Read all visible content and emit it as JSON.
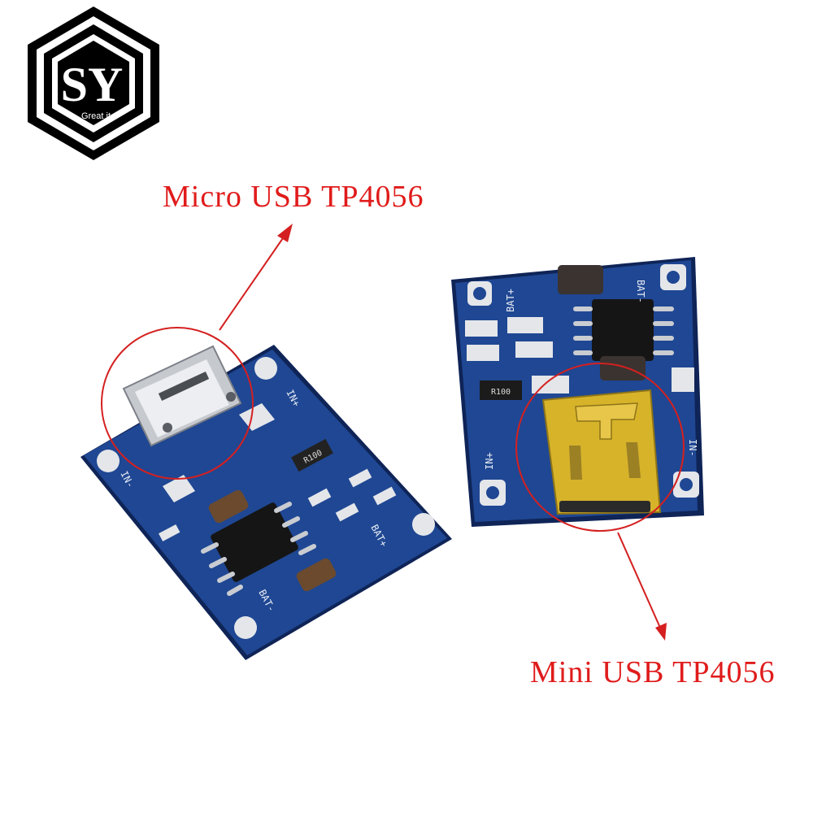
{
  "logo": {
    "letters": "SY",
    "tagline": "Great it"
  },
  "captions": {
    "micro": "Micro USB TP4056",
    "mini": "Mini USB TP4056"
  },
  "colors": {
    "caption_text": "#e01b1b",
    "arrow": "#d42020",
    "pcb_blue": "#1d3f86",
    "pcb_edge": "#0f2457",
    "pad_silver": "#e4e6ea",
    "mini_usb_gold": "#d7b32a"
  },
  "board_left": {
    "silkscreen": {
      "in_plus": "IN+",
      "in_minus": "IN-",
      "bat_plus": "BAT+",
      "bat_minus": "BAT-",
      "resistor": "R100"
    }
  },
  "board_right": {
    "silkscreen": {
      "in_plus": "IN+",
      "in_minus": "IN-",
      "bat_plus": "BAT+",
      "bat_minus": "BAT-",
      "resistor": "R100"
    }
  }
}
